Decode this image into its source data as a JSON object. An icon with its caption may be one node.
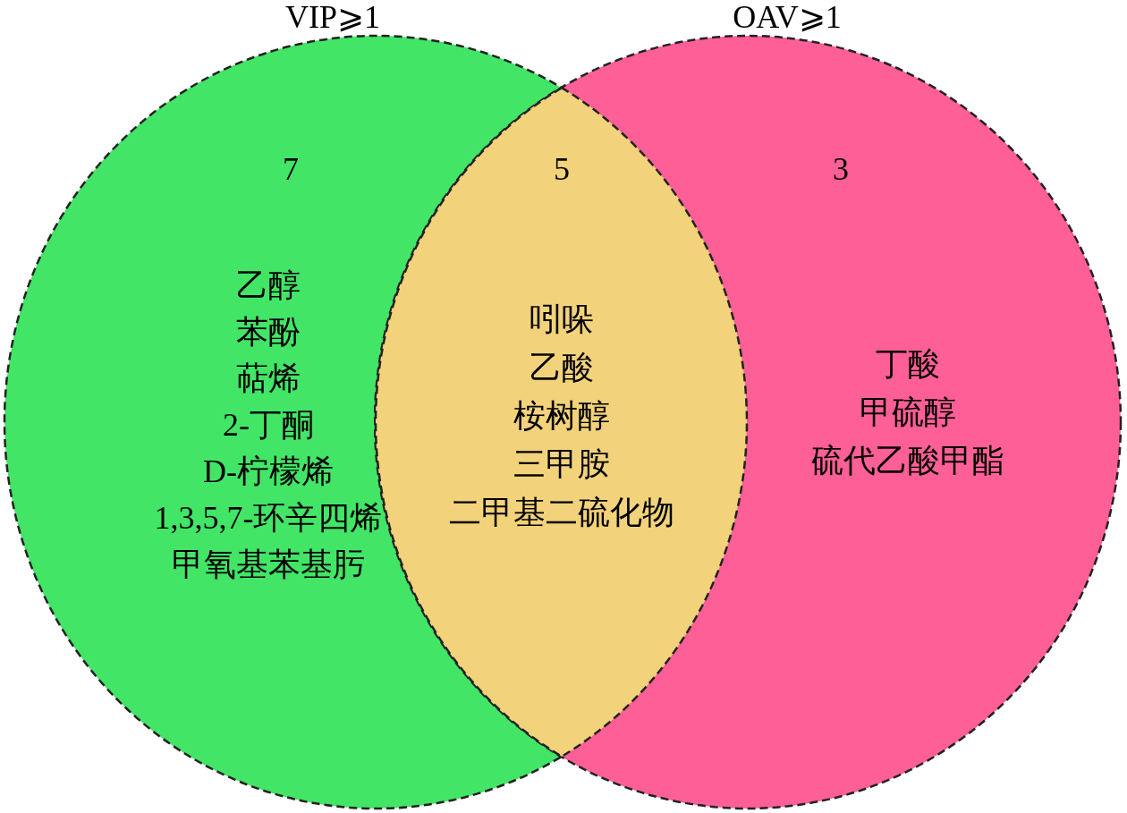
{
  "diagram": {
    "nodes": [
      {
        "text": [
          "VIP⩾1",
          "7",
          "乙醇",
          "苯酚",
          "萜烯",
          "2-丁酮",
          "D-柠檬烯",
          "1,3,5,7-环辛四烯",
          "甲氧基苯基肟"
        ]
      },
      {
        "text": [
          "5",
          "吲哚",
          "乙酸",
          "桉树醇",
          "三甲胺",
          "二甲基二硫化物"
        ]
      },
      {
        "text": [
          "OAV⩾1",
          "3",
          "丁酸",
          "甲硫醇",
          "硫代乙酸甲酯"
        ]
      }
    ]
  }
}
